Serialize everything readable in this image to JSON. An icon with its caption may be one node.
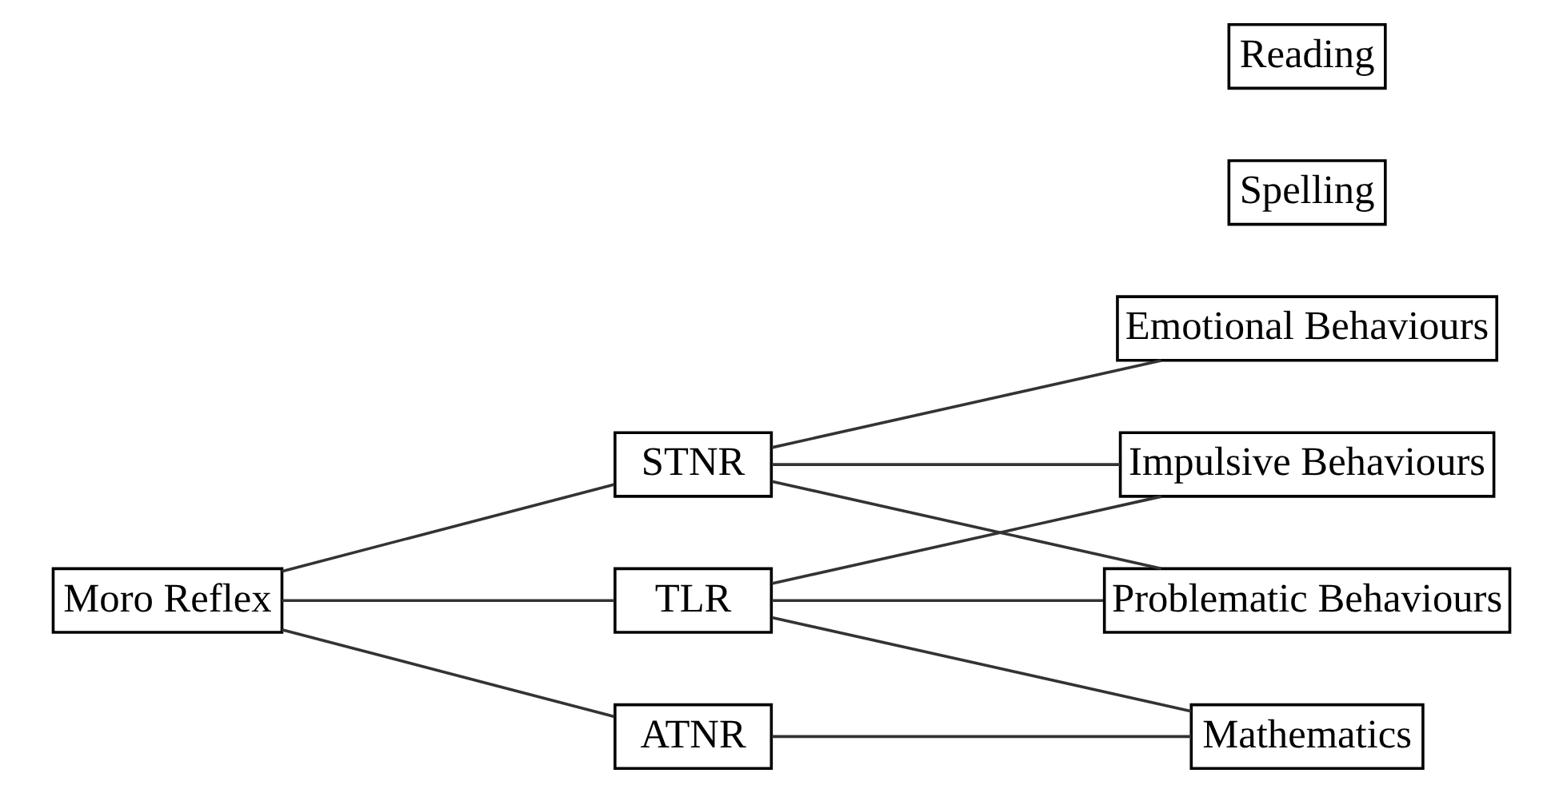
{
  "diagram": {
    "nodes": [
      {
        "text": [
          "Moro Reflex"
        ]
      },
      {
        "text": [
          "STNR"
        ]
      },
      {
        "text": [
          "TLR"
        ]
      },
      {
        "text": [
          "ATNR"
        ]
      },
      {
        "text": [
          "Impulsive Behaviours"
        ]
      },
      {
        "text": [
          "Emotional Behaviours"
        ]
      },
      {
        "text": [
          "Problematic Behaviours"
        ]
      },
      {
        "text": [
          "Spelling"
        ]
      },
      {
        "text": [
          "Reading"
        ]
      },
      {
        "text": [
          "Mathematics"
        ]
      }
    ],
    "edges": [
      {
        "from": 0,
        "to": 1,
        "arrow": "none"
      },
      {
        "from": 0,
        "to": 2,
        "arrow": "none"
      },
      {
        "from": 0,
        "to": 3,
        "arrow": "none"
      },
      {
        "from": 1,
        "to": 4,
        "arrow": "none"
      },
      {
        "from": 1,
        "to": 5,
        "arrow": "none"
      },
      {
        "from": 1,
        "to": 6,
        "arrow": "none"
      },
      {
        "from": 2,
        "to": 4,
        "arrow": "none"
      },
      {
        "from": 2,
        "to": 6,
        "arrow": "none"
      },
      {
        "from": 2,
        "to": 9,
        "arrow": "none"
      },
      {
        "from": 3,
        "to": 9,
        "arrow": "none"
      }
    ]
  }
}
